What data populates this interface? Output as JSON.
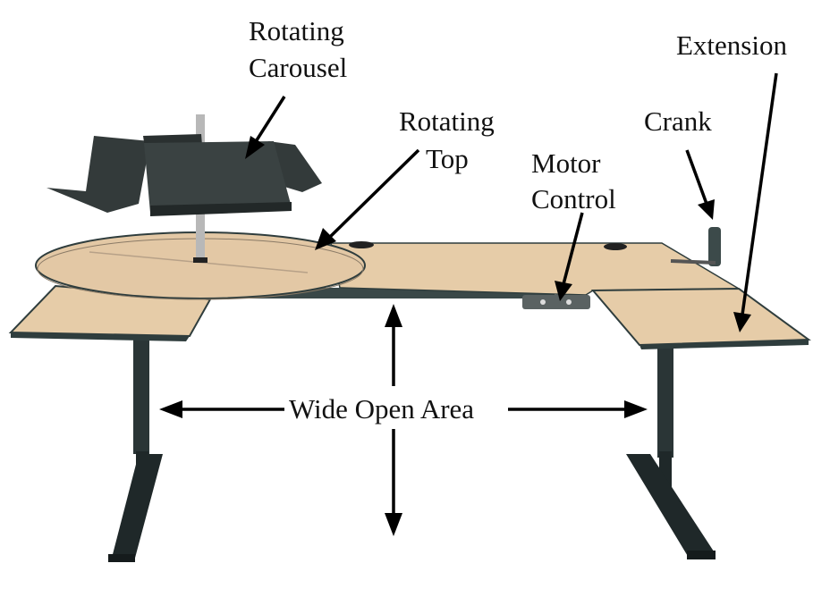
{
  "labels": {
    "rotating_carousel": [
      "Rotating",
      "Carousel"
    ],
    "rotating_top": [
      "Rotating",
      "Top"
    ],
    "motor_control": [
      "Motor",
      "Control"
    ],
    "crank": "Crank",
    "extension": "Extension",
    "wide_open_area": "Wide Open Area"
  },
  "colors": {
    "background": "#ffffff",
    "desk_top": "#e3c8a5",
    "desk_edge": "#2f3d3d",
    "frame": "#2a3536",
    "carousel": "#333a3a",
    "pole": "#b8b8b8",
    "text": "#111111"
  }
}
